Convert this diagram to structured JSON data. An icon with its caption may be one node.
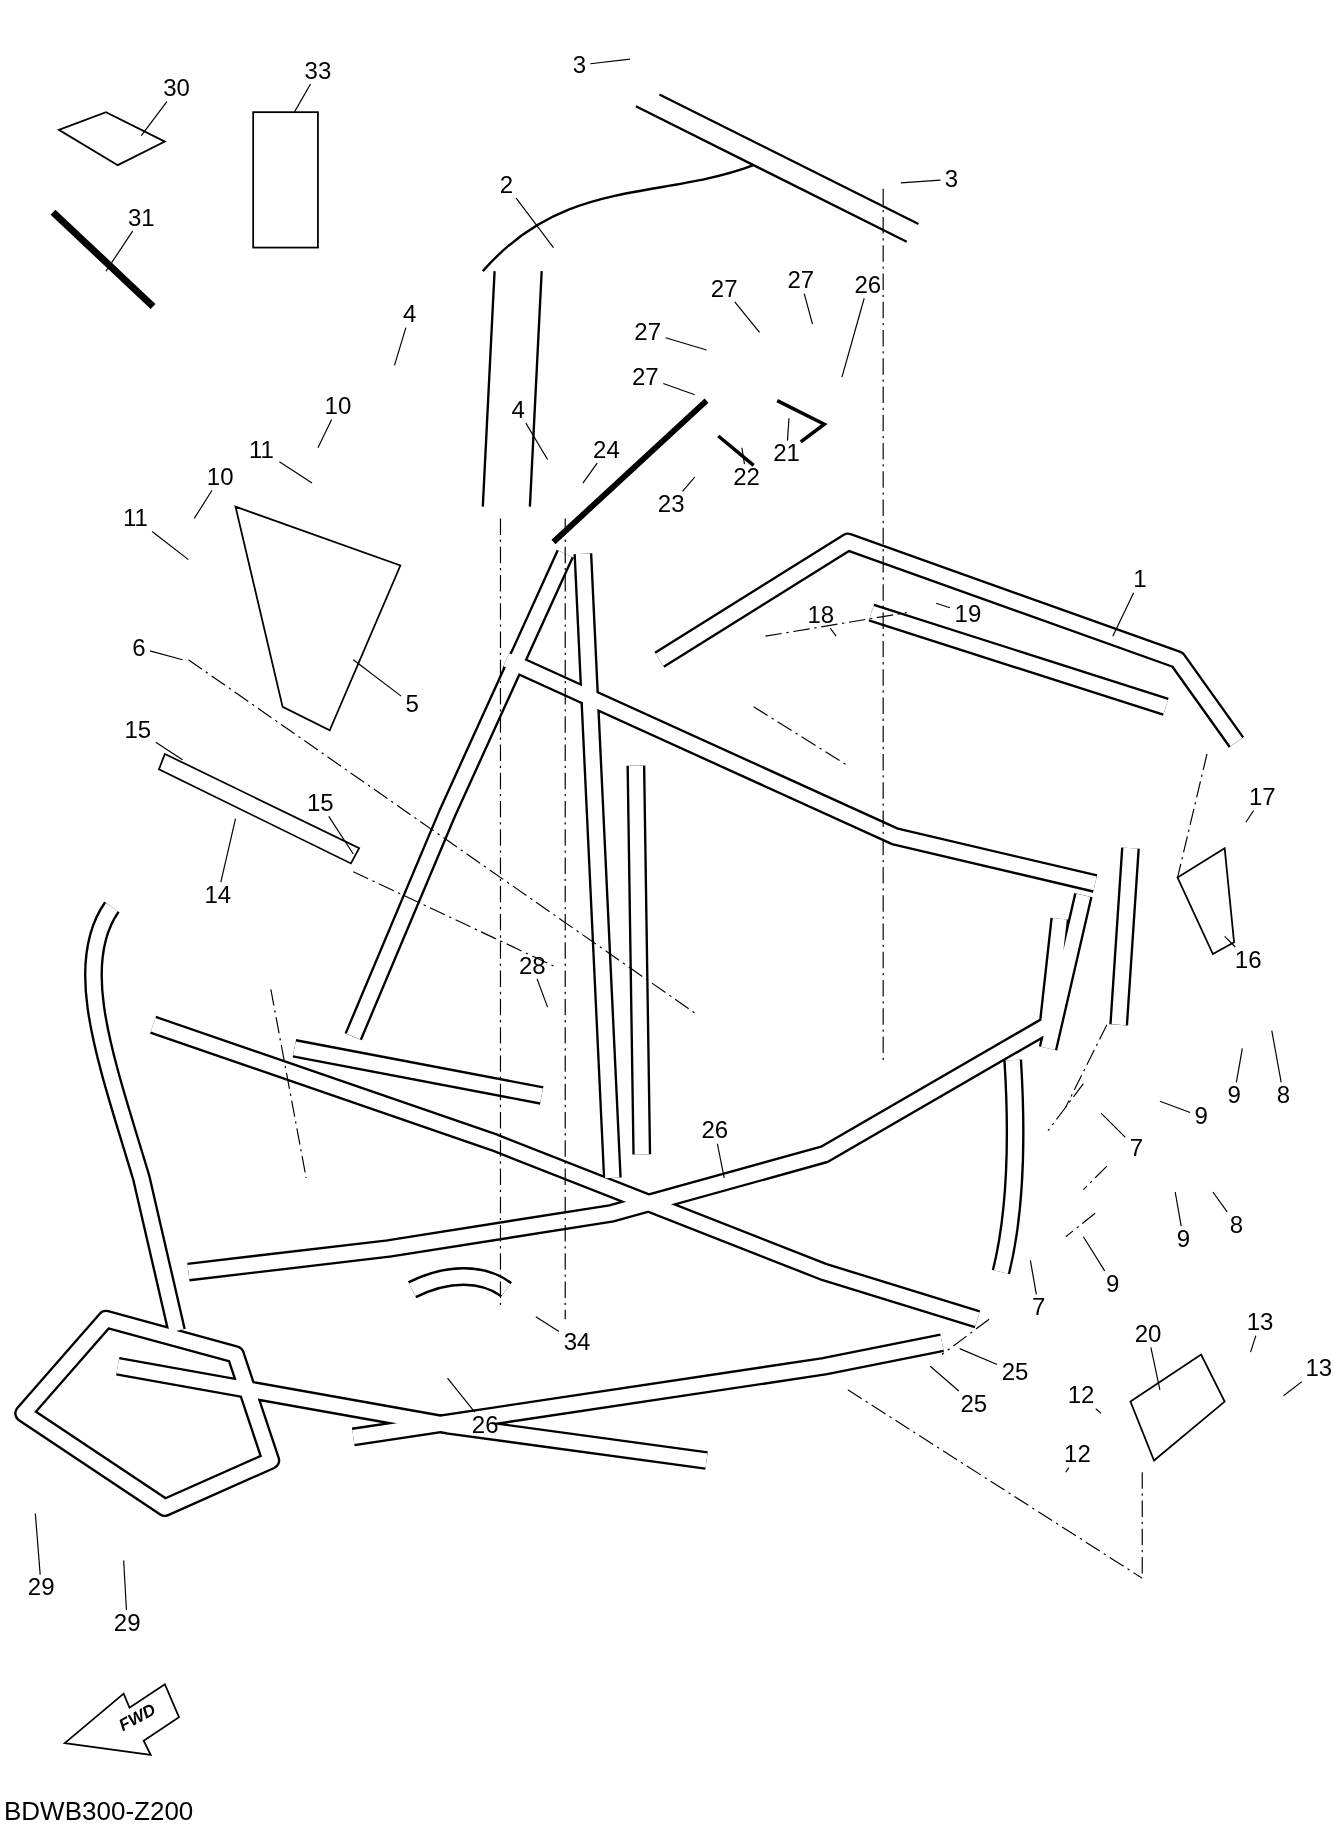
{
  "diagram": {
    "nodes": [
      {
        "text": [
          "3"
        ]
      },
      {
        "text": [
          "30"
        ]
      },
      {
        "text": [
          "33"
        ]
      },
      {
        "text": [
          "3"
        ]
      },
      {
        "text": [
          "2"
        ]
      },
      {
        "text": [
          "31"
        ]
      },
      {
        "text": [
          "27"
        ]
      },
      {
        "text": [
          "27"
        ]
      },
      {
        "text": [
          "26"
        ]
      },
      {
        "text": [
          "4"
        ]
      },
      {
        "text": [
          "27"
        ]
      },
      {
        "text": [
          "27"
        ]
      },
      {
        "text": [
          "10"
        ]
      },
      {
        "text": [
          "4"
        ]
      },
      {
        "text": [
          "11"
        ]
      },
      {
        "text": [
          "24"
        ]
      },
      {
        "text": [
          "21"
        ]
      },
      {
        "text": [
          "10"
        ]
      },
      {
        "text": [
          "22"
        ]
      },
      {
        "text": [
          "23"
        ]
      },
      {
        "text": [
          "11"
        ]
      },
      {
        "text": [
          "1"
        ]
      },
      {
        "text": [
          "19"
        ]
      },
      {
        "text": [
          "18"
        ]
      },
      {
        "text": [
          "6"
        ]
      },
      {
        "text": [
          "5"
        ]
      },
      {
        "text": [
          "15"
        ]
      },
      {
        "text": [
          "17"
        ]
      },
      {
        "text": [
          "15"
        ]
      },
      {
        "text": [
          "14"
        ]
      },
      {
        "text": [
          "16"
        ]
      },
      {
        "text": [
          "28"
        ]
      },
      {
        "text": [
          "9"
        ]
      },
      {
        "text": [
          "8"
        ]
      },
      {
        "text": [
          "26"
        ]
      },
      {
        "text": [
          "9"
        ]
      },
      {
        "text": [
          "7"
        ]
      },
      {
        "text": [
          "8"
        ]
      },
      {
        "text": [
          "9"
        ]
      },
      {
        "text": [
          "9"
        ]
      },
      {
        "text": [
          "7"
        ]
      },
      {
        "text": [
          "13"
        ]
      },
      {
        "text": [
          "20"
        ]
      },
      {
        "text": [
          "34"
        ]
      },
      {
        "text": [
          "13"
        ]
      },
      {
        "text": [
          "25"
        ]
      },
      {
        "text": [
          "12"
        ]
      },
      {
        "text": [
          "25"
        ]
      },
      {
        "text": [
          "26"
        ]
      },
      {
        "text": [
          "12"
        ]
      },
      {
        "text": [
          "29"
        ]
      },
      {
        "text": [
          "29"
        ]
      }
    ],
    "edges": [
      {
        "from": 0,
        "to": null,
        "arrow": "none"
      },
      {
        "from": 1,
        "to": null,
        "arrow": "none"
      },
      {
        "from": 2,
        "to": null,
        "arrow": "none"
      },
      {
        "from": 3,
        "to": null,
        "arrow": "none"
      },
      {
        "from": 4,
        "to": null,
        "arrow": "none"
      },
      {
        "from": 5,
        "to": null,
        "arrow": "none"
      },
      {
        "from": 6,
        "to": null,
        "arrow": "none"
      },
      {
        "from": 7,
        "to": null,
        "arrow": "none"
      },
      {
        "from": 8,
        "to": null,
        "arrow": "none"
      },
      {
        "from": 9,
        "to": null,
        "arrow": "none"
      },
      {
        "from": 10,
        "to": null,
        "arrow": "none"
      },
      {
        "from": 11,
        "to": null,
        "arrow": "none"
      },
      {
        "from": 12,
        "to": null,
        "arrow": "none"
      },
      {
        "from": 13,
        "to": null,
        "arrow": "none"
      },
      {
        "from": 14,
        "to": null,
        "arrow": "none"
      },
      {
        "from": 15,
        "to": null,
        "arrow": "none"
      },
      {
        "from": 16,
        "to": null,
        "arrow": "none"
      },
      {
        "from": 17,
        "to": null,
        "arrow": "none"
      },
      {
        "from": 18,
        "to": null,
        "arrow": "none"
      },
      {
        "from": 19,
        "to": null,
        "arrow": "none"
      },
      {
        "from": 20,
        "to": null,
        "arrow": "none"
      },
      {
        "from": 21,
        "to": null,
        "arrow": "none"
      },
      {
        "from": 22,
        "to": null,
        "arrow": "none"
      },
      {
        "from": 23,
        "to": null,
        "arrow": "none"
      },
      {
        "from": 24,
        "to": null,
        "arrow": "none"
      },
      {
        "from": 25,
        "to": null,
        "arrow": "none"
      },
      {
        "from": 26,
        "to": null,
        "arrow": "none"
      },
      {
        "from": 27,
        "to": null,
        "arrow": "none"
      },
      {
        "from": 28,
        "to": null,
        "arrow": "none"
      },
      {
        "from": 29,
        "to": null,
        "arrow": "none"
      },
      {
        "from": 30,
        "to": null,
        "arrow": "none"
      },
      {
        "from": 31,
        "to": null,
        "arrow": "none"
      },
      {
        "from": 32,
        "to": null,
        "arrow": "none"
      },
      {
        "from": 33,
        "to": null,
        "arrow": "none"
      },
      {
        "from": 34,
        "to": null,
        "arrow": "none"
      },
      {
        "from": 35,
        "to": null,
        "arrow": "none"
      },
      {
        "from": 36,
        "to": null,
        "arrow": "none"
      },
      {
        "from": 37,
        "to": null,
        "arrow": "none"
      },
      {
        "from": 38,
        "to": null,
        "arrow": "none"
      },
      {
        "from": 39,
        "to": null,
        "arrow": "none"
      },
      {
        "from": 40,
        "to": null,
        "arrow": "none"
      },
      {
        "from": 41,
        "to": null,
        "arrow": "none"
      },
      {
        "from": 42,
        "to": null,
        "arrow": "none"
      },
      {
        "from": 43,
        "to": null,
        "arrow": "none"
      },
      {
        "from": 44,
        "to": null,
        "arrow": "none"
      },
      {
        "from": 45,
        "to": null,
        "arrow": "none"
      },
      {
        "from": 46,
        "to": null,
        "arrow": "none"
      },
      {
        "from": 47,
        "to": null,
        "arrow": "none"
      },
      {
        "from": 48,
        "to": null,
        "arrow": "none"
      },
      {
        "from": 49,
        "to": null,
        "arrow": "none"
      },
      {
        "from": 50,
        "to": null,
        "arrow": "none"
      },
      {
        "from": 51,
        "to": null,
        "arrow": "none"
      }
    ],
    "labels": [
      "FWD",
      "BDWB300-Z200"
    ]
  }
}
